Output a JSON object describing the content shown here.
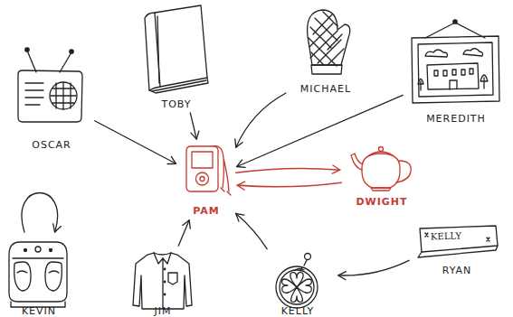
{
  "diagram": {
    "nodes": [
      {
        "text": [
          "TOBY"
        ]
      },
      {
        "text": [
          "MICHAEL"
        ]
      },
      {
        "text": [
          "MEREDITH"
        ]
      },
      {
        "text": [
          "OSCAR"
        ]
      },
      {
        "text": [
          "PAM"
        ]
      },
      {
        "text": [
          "DWIGHT"
        ]
      },
      {
        "text": [
          "KEVIN"
        ]
      },
      {
        "text": [
          "JIM"
        ]
      },
      {
        "text": [
          "KELLY"
        ]
      },
      {
        "text": [
          "RYAN"
        ]
      }
    ],
    "edges": [
      {
        "from": 0,
        "to": 4,
        "arrow": "to"
      },
      {
        "from": 1,
        "to": 4,
        "arrow": "to"
      },
      {
        "from": 2,
        "to": 4,
        "arrow": "to"
      },
      {
        "from": 3,
        "to": 4,
        "arrow": "to"
      },
      {
        "from": 4,
        "to": 5,
        "arrow": "to"
      },
      {
        "from": 5,
        "to": 4,
        "arrow": "to"
      },
      {
        "from": 6,
        "to": 6,
        "arrow": "to"
      },
      {
        "from": 7,
        "to": 4,
        "arrow": "to"
      },
      {
        "from": 8,
        "to": 4,
        "arrow": "to"
      },
      {
        "from": 9,
        "to": 8,
        "arrow": "to"
      }
    ],
    "labels": [
      "KELLY"
    ]
  }
}
